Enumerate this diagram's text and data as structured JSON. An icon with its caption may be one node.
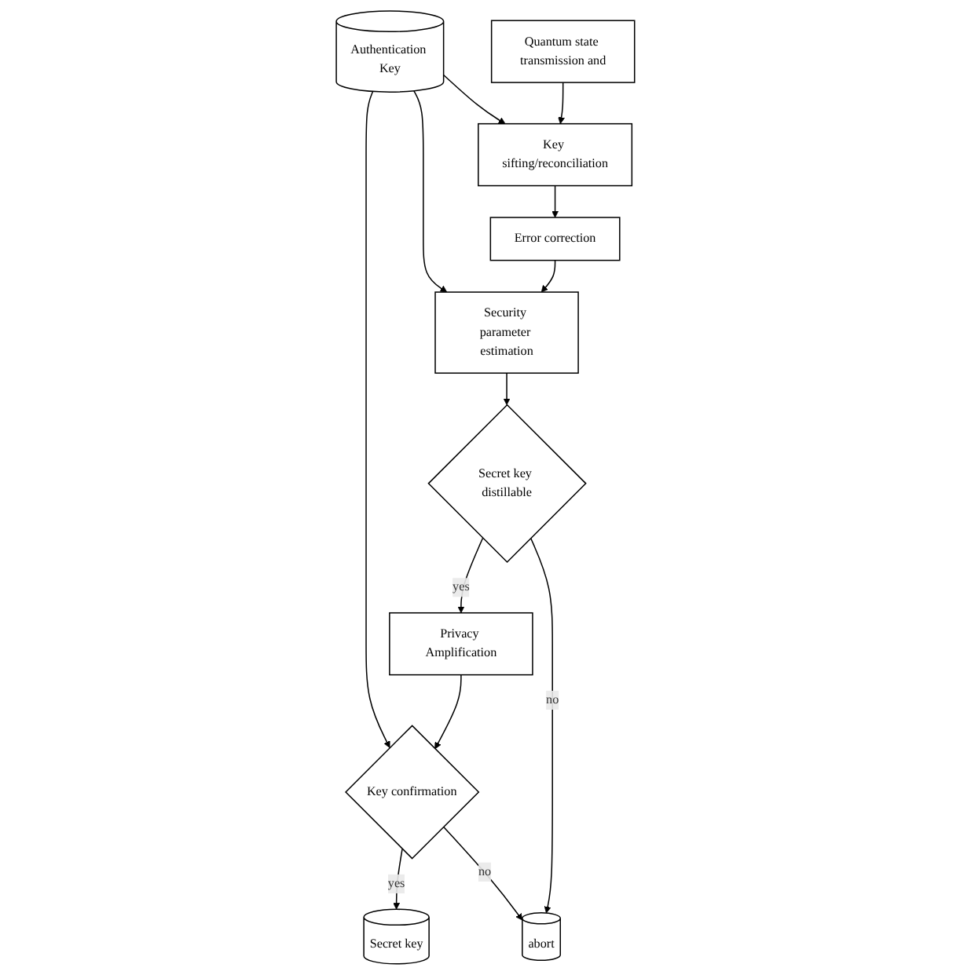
{
  "diagram": {
    "nodes": [
      {
        "text": [
          "Authentication Key"
        ]
      },
      {
        "text": [
          "Quantum state transmission and"
        ]
      },
      {
        "text": [
          "Key sifting/reconciliation"
        ]
      },
      {
        "text": [
          "Error correction"
        ]
      },
      {
        "text": [
          "Security parameter estimation"
        ]
      },
      {
        "text": [
          "Secret key distillable"
        ]
      },
      {
        "text": [
          "Privacy Amplification"
        ]
      },
      {
        "text": [
          "Key confirmation"
        ]
      },
      {
        "text": [
          "Secret key"
        ]
      },
      {
        "text": [
          "abort"
        ]
      }
    ],
    "edges": [
      {
        "from": 0,
        "to": 2,
        "arrow": "to"
      },
      {
        "from": 0,
        "to": 4,
        "arrow": "to"
      },
      {
        "from": 0,
        "to": 7,
        "arrow": "to"
      },
      {
        "from": 1,
        "to": 2,
        "arrow": "to"
      },
      {
        "from": 2,
        "to": 3,
        "arrow": "to"
      },
      {
        "from": 3,
        "to": 4,
        "arrow": "to"
      },
      {
        "from": 4,
        "to": 5,
        "arrow": "to"
      },
      {
        "from": 5,
        "to": 6,
        "arrow": "to",
        "label": "yes"
      },
      {
        "from": 6,
        "to": 7,
        "arrow": "to"
      },
      {
        "from": 7,
        "to": 8,
        "arrow": "to",
        "label": "yes"
      },
      {
        "from": 7,
        "to": 9,
        "arrow": "to",
        "label": "no"
      },
      {
        "from": 5,
        "to": 9,
        "arrow": "to",
        "label": "no"
      }
    ]
  }
}
